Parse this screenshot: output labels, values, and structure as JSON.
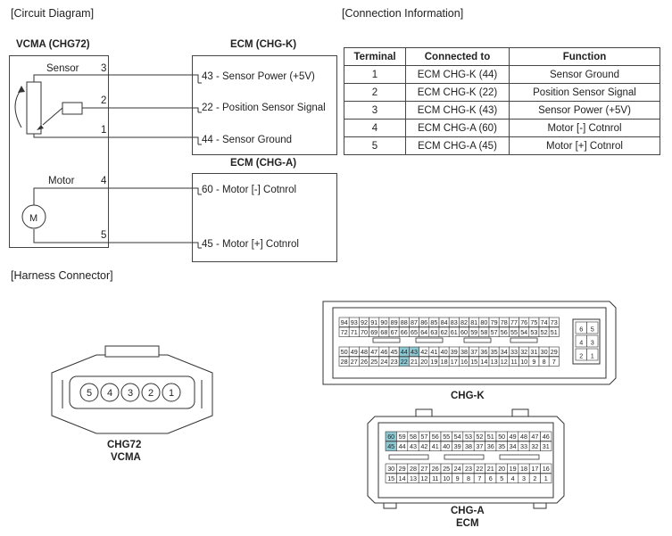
{
  "sections": {
    "circuit": "[Circuit Diagram]",
    "connection": "[Connection Information]",
    "harness": "[Harness Connector]"
  },
  "vcma": {
    "title": "VCMA (CHG72)",
    "sensor_label": "Sensor",
    "motor_label": "Motor",
    "motor_symbol": "M",
    "pins": {
      "p3": "3",
      "p2": "2",
      "p1": "1",
      "p4": "4",
      "p5": "5"
    }
  },
  "ecm_k": {
    "title": "ECM (CHG-K)",
    "signals": [
      "43 - Sensor Power (+5V)",
      "22 - Position Sensor Signal",
      "44 - Sensor Ground"
    ]
  },
  "ecm_a": {
    "title": "ECM (CHG-A)",
    "signals": [
      "60 - Motor [-] Cotnrol",
      "45 - Motor [+] Cotnrol"
    ]
  },
  "table": {
    "headers": [
      "Terminal",
      "Connected to",
      "Function"
    ],
    "rows": [
      [
        "1",
        "ECM CHG-K (44)",
        "Sensor Ground"
      ],
      [
        "2",
        "ECM CHG-K (22)",
        "Position Sensor Signal"
      ],
      [
        "3",
        "ECM CHG-K (43)",
        "Sensor Power (+5V)"
      ],
      [
        "4",
        "ECM CHG-A (60)",
        "Motor [-] Cotnrol"
      ],
      [
        "5",
        "ECM CHG-A (45)",
        "Motor [+] Cotnrol"
      ]
    ]
  },
  "connectors": {
    "chg72": {
      "pins": [
        "5",
        "4",
        "3",
        "2",
        "1"
      ],
      "caption1": "CHG72",
      "caption2": "VCMA"
    },
    "chgk": {
      "caption": "CHG-K",
      "highlight_color": "#8ec9d3",
      "row1": [
        "94",
        "93",
        "92",
        "91",
        "90",
        "89",
        "88",
        "87",
        "86",
        "85",
        "84",
        "83",
        "82",
        "81",
        "80",
        "79",
        "78",
        "77",
        "76",
        "75",
        "74",
        "73"
      ],
      "row2": [
        "72",
        "71",
        "70",
        "69",
        "68",
        "67",
        "66",
        "65",
        "64",
        "63",
        "62",
        "61",
        "60",
        "59",
        "58",
        "57",
        "56",
        "55",
        "54",
        "53",
        "52",
        "51"
      ],
      "row3": [
        "50",
        "49",
        "48",
        "47",
        "46",
        "45",
        "44",
        "43",
        "42",
        "41",
        "40",
        "39",
        "38",
        "37",
        "36",
        "35",
        "34",
        "33",
        "32",
        "31",
        "30",
        "29"
      ],
      "row4": [
        "28",
        "27",
        "26",
        "25",
        "24",
        "23",
        "22",
        "21",
        "20",
        "19",
        "18",
        "17",
        "16",
        "15",
        "14",
        "13",
        "12",
        "11",
        "10",
        "9",
        "8",
        "7"
      ],
      "highlight": [
        "44",
        "43",
        "22"
      ],
      "small_block": [
        [
          "6",
          "5"
        ],
        [
          "4",
          "3"
        ],
        [
          "2",
          "1"
        ]
      ]
    },
    "chga": {
      "caption1": "CHG-A",
      "caption2": "ECM",
      "row1": [
        "60",
        "59",
        "58",
        "57",
        "56",
        "55",
        "54",
        "53",
        "52",
        "51",
        "50",
        "49",
        "48",
        "47",
        "46"
      ],
      "row2": [
        "45",
        "44",
        "43",
        "42",
        "41",
        "40",
        "39",
        "38",
        "37",
        "36",
        "35",
        "34",
        "33",
        "32",
        "31"
      ],
      "row3": [
        "30",
        "29",
        "28",
        "27",
        "26",
        "25",
        "24",
        "23",
        "22",
        "21",
        "20",
        "19",
        "18",
        "17",
        "16"
      ],
      "row4": [
        "15",
        "14",
        "13",
        "12",
        "11",
        "10",
        "9",
        "8",
        "7",
        "6",
        "5",
        "4",
        "3",
        "2",
        "1"
      ],
      "highlight": [
        "60",
        "45"
      ]
    }
  }
}
